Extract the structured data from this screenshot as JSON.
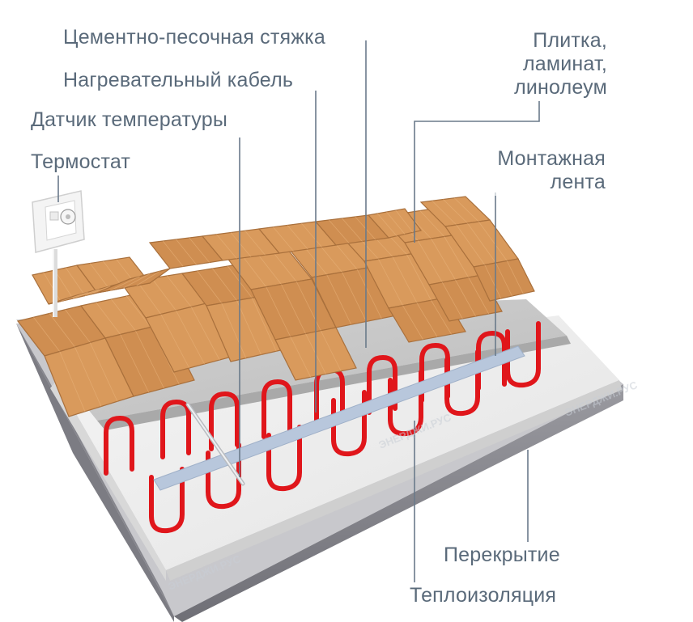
{
  "labels": {
    "screed": "Цементно-песочная стяжка",
    "cable": "Нагревательный кабель",
    "sensor": "Датчик температуры",
    "thermostat": "Термостат",
    "tile": "Плитка,\nламинат,\nлинолеум",
    "tape": "Монтажная\nлента",
    "slab": "Перекрытие",
    "insulation": "Теплоизоляция"
  },
  "watermark": "ЭНЕРДЖИ.РУС",
  "colors": {
    "label_text": "#5a6a7a",
    "leader": "#6a7a8a",
    "cable": "#e0161b",
    "tape": "#b8c7dc",
    "wood": "#d8995c",
    "screed": "#c9c9c9",
    "insulation": "#ededed",
    "slab": "#8e8e94"
  }
}
